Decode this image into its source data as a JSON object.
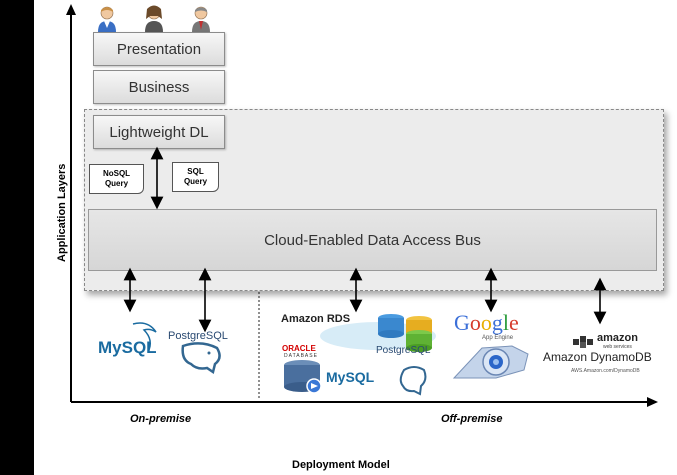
{
  "axes": {
    "y_label": "Application Layers",
    "x_label": "Deployment Model",
    "on_premise": "On-premise",
    "off_premise": "Off-premise"
  },
  "layers": {
    "presentation": "Presentation",
    "business": "Business",
    "lightweight_dl": "Lightweight DL"
  },
  "queries": {
    "nosql": "NoSQL Query",
    "sql": "SQL Query"
  },
  "bus": {
    "label": "Cloud-Enabled Data Access Bus"
  },
  "logos": {
    "mysql": "MySQL",
    "postgresql": "PostgreSQL",
    "amazon_rds": "Amazon RDS",
    "oracle": "ORACLE",
    "oracle_sub": "DATABASE",
    "google": "Google",
    "app_engine": "App Engine",
    "amazon": "amazon",
    "amazon_sub": "web services",
    "dynamodb": "Amazon DynamoDB",
    "dynamodb_url": "AWS.Amazon.com/DynamoDB"
  },
  "colors": {
    "google_blue": "#3b6fd8",
    "google_red": "#d63a2b",
    "google_yellow": "#e8b000",
    "google_green": "#2f9e3f",
    "mysql_blue": "#1a6ba0",
    "mysql_orange": "#e48e00",
    "postgres_blue": "#336791",
    "oracle_red": "#d40000"
  }
}
